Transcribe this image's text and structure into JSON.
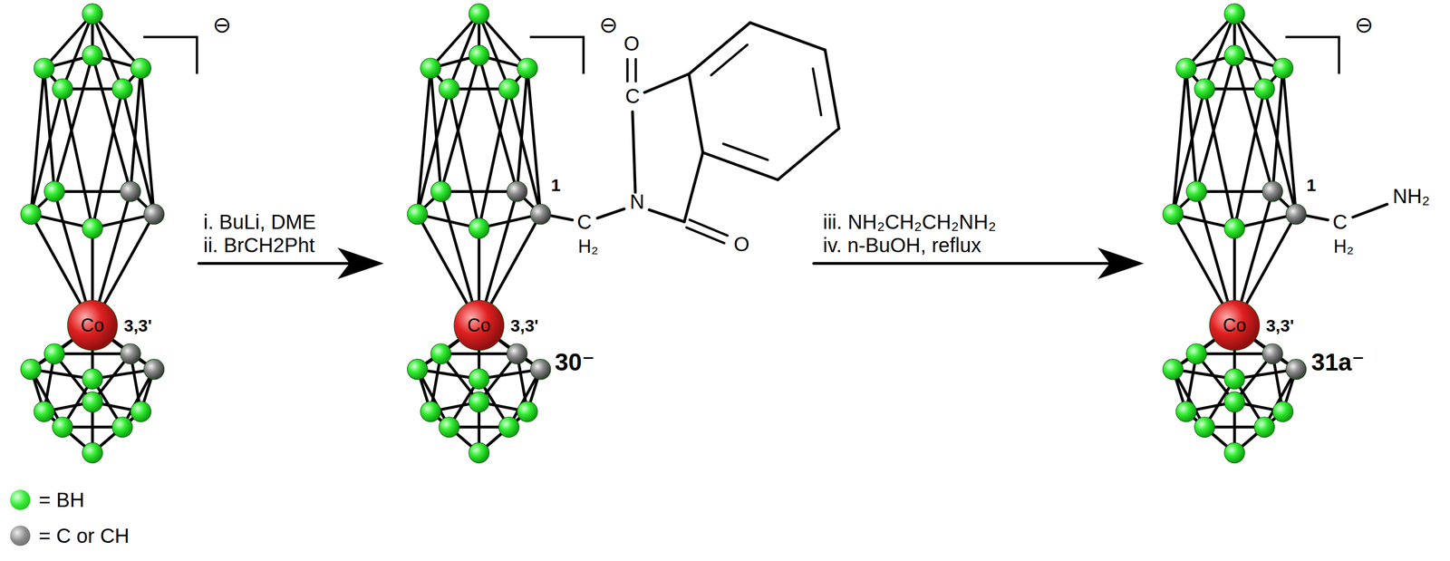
{
  "diagram": {
    "labels": [
      "⊖",
      "Co",
      "3,3'",
      "i. BuLi, DME",
      "ii. BrCH2Pht",
      "⊖",
      "O",
      "C",
      "1",
      "N",
      "C",
      "H₂",
      "O",
      "Co",
      "3,3'",
      "30⁻",
      "iii. NH₂CH₂CH₂NH₂",
      "iv. n-BuOH, reflux",
      "⊖",
      "1",
      "NH₂",
      "C",
      "H₂",
      "Co",
      "3,3'",
      "31a⁻"
    ],
    "legend": [
      {
        "text": "= BH",
        "color": "#33ee33"
      },
      {
        "text": "= C or CH",
        "color": "#8c8c8c"
      }
    ]
  }
}
